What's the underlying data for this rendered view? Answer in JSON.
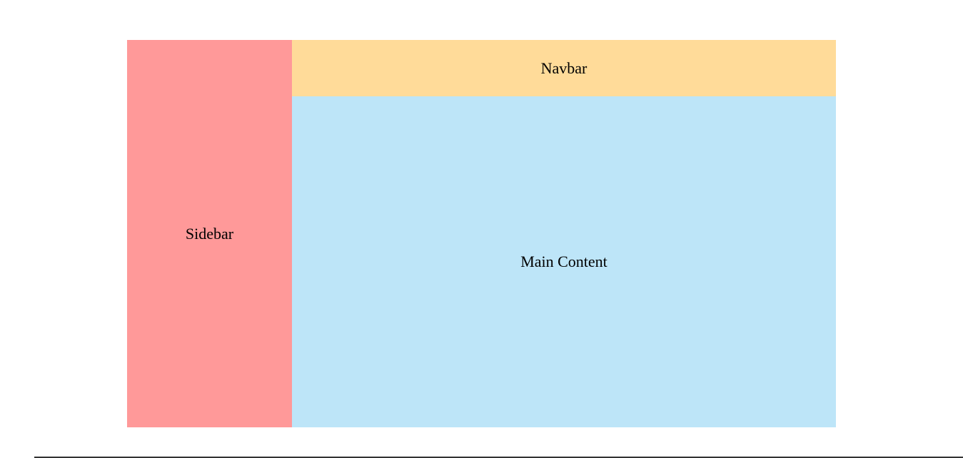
{
  "sidebar": {
    "label": "Sidebar",
    "color": "#FF9999"
  },
  "navbar": {
    "label": "Navbar",
    "color": "#FFDB99"
  },
  "main": {
    "label": "Main Content",
    "color": "#BDE5F8"
  }
}
